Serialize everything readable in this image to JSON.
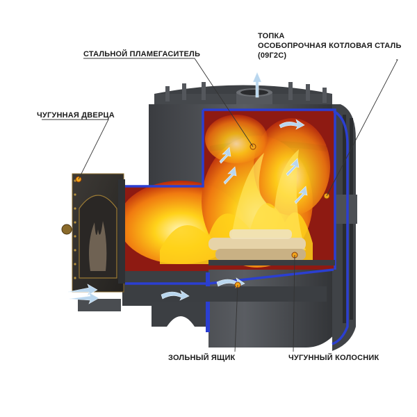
{
  "labels": {
    "flame_arrester": "СТАЛЬНОЙ ПЛАМЕГАСИТЕЛЬ",
    "firebox_title": "ТОПКА",
    "firebox_material": "ОСОБОПРОЧНАЯ КОТЛОВАЯ СТАЛЬ",
    "firebox_grade": "(09Г2С)",
    "door": "ЧУГУННАЯ ДВЕРЦА",
    "ash_box": "ЗОЛЬНЫЙ ЯЩИК",
    "grate": "ЧУГУННЫЙ КОЛОСНИК"
  },
  "colors": {
    "steel": "#4a4d51",
    "steel_dark": "#2f3134",
    "liner_blue": "#2b3fd1",
    "firebox_red": "#8e1a12",
    "flame_yellow": "#ffd21a",
    "flame_orange": "#f07a10",
    "marker": "#f2a51b",
    "air_arrow": "#b9d6ee"
  }
}
